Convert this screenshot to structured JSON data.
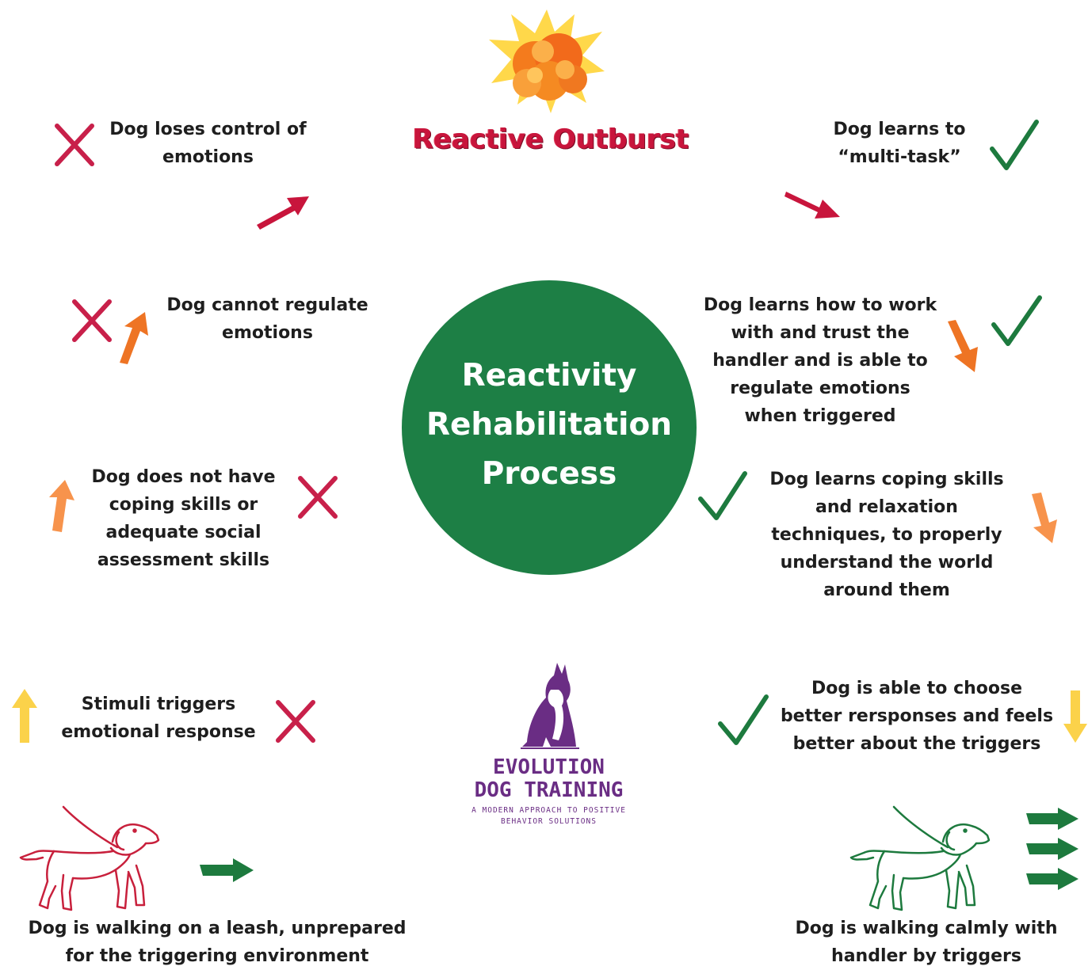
{
  "title": "Reactive Outburst",
  "center": {
    "line1": "Reactivity",
    "line2": "Rehabilitation",
    "line3": "Process"
  },
  "left_steps": [
    {
      "lines": [
        "Dog loses control of",
        "emotions"
      ],
      "mark": "x"
    },
    {
      "lines": [
        "Dog cannot regulate",
        "emotions"
      ],
      "mark": "x"
    },
    {
      "lines": [
        "Dog does not have",
        "coping skills or",
        "adequate social",
        "assessment skills"
      ],
      "mark": "x"
    },
    {
      "lines": [
        "Stimuli triggers",
        "emotional response"
      ],
      "mark": "x"
    }
  ],
  "right_steps": [
    {
      "lines": [
        "Dog learns to",
        "“multi-task”"
      ],
      "mark": "check"
    },
    {
      "lines": [
        "Dog learns how to work",
        "with and trust the",
        "handler and is able to",
        "regulate emotions",
        "when triggered"
      ],
      "mark": "check"
    },
    {
      "lines": [
        "Dog learns coping skills",
        "and relaxation",
        "techniques, to properly",
        "understand the world",
        "around them"
      ],
      "mark": "check"
    },
    {
      "lines": [
        "Dog is able to choose",
        "better rersponses and feels",
        "better about the triggers"
      ],
      "mark": "check"
    }
  ],
  "bottom_left": {
    "lines": [
      "Dog is walking on a leash, unprepared",
      "for the triggering environment"
    ]
  },
  "bottom_right": {
    "lines": [
      "Dog is walking calmly with",
      "handler by triggers"
    ]
  },
  "logo": {
    "name_line1": "EVOLUTION",
    "name_line2": "DOG TRAINING",
    "tagline_line1": "A MODERN APPROACH TO POSITIVE",
    "tagline_line2": "BEHAVIOR SOLUTIONS"
  },
  "colors": {
    "x_mark": "#c8204a",
    "check_mark": "#1d7a3e",
    "circle": "#1d7f45",
    "arrow_red": "#c8153c",
    "arrow_orange": "#ee7424",
    "arrow_light_orange": "#f7934c",
    "arrow_yellow": "#fbd24a",
    "arrow_green": "#1d7a3e",
    "title": "#c8153c",
    "logo": "#6a2d84",
    "dog_red": "#c8203c",
    "dog_green": "#1d7a3e"
  },
  "icons": [
    "explosion-icon",
    "x-mark-icon",
    "check-mark-icon",
    "arrow-icon",
    "dog-on-leash-icon",
    "dog-silhouette-logo-icon"
  ]
}
